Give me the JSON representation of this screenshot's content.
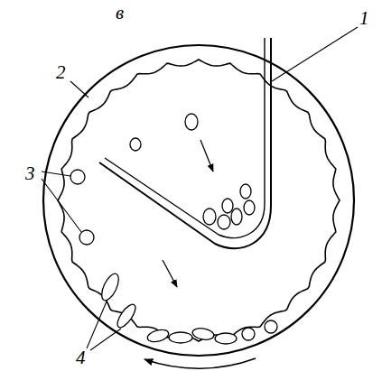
{
  "diagram": {
    "labels": [
      "в",
      "1",
      "2",
      "3",
      "4"
    ]
  }
}
